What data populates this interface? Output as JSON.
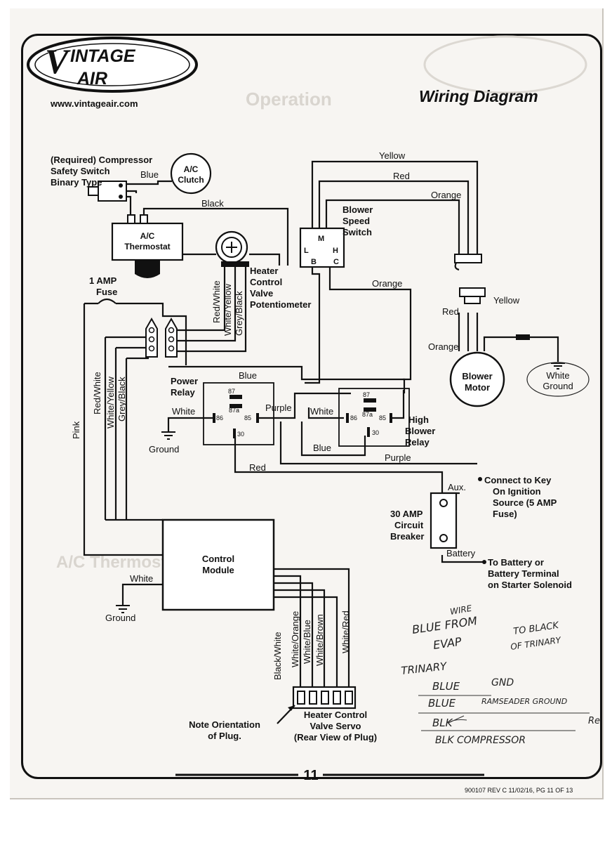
{
  "header": {
    "brand_line1": "INTAGE",
    "brand_line2": "AIR",
    "website": "www.vintageair.com",
    "title": "Wiring Diagram"
  },
  "components": {
    "compressor_switch": [
      "(Required) Compressor",
      "Safety Switch",
      "Binary Type"
    ],
    "ac_clutch": [
      "A/C",
      "Clutch"
    ],
    "ac_thermostat": [
      "A/C",
      "Thermostat"
    ],
    "heater_pot": [
      "Heater",
      "Control",
      "Valve",
      "Potentiometer"
    ],
    "blower_speed_switch": [
      "Blower",
      "Speed",
      "Switch"
    ],
    "fuse": [
      "1 AMP",
      "Fuse"
    ],
    "power_relay": [
      "Power",
      "Relay"
    ],
    "high_blower_relay": [
      "High",
      "Blower",
      "Relay"
    ],
    "blower_motor": [
      "Blower",
      "Motor"
    ],
    "white_ground": [
      "White",
      "Ground"
    ],
    "ground_1": "Ground",
    "ground_2": "Ground",
    "ignition": [
      "Connect to Key",
      "On Ignition",
      "Source (5 AMP",
      "Fuse)"
    ],
    "breaker": [
      "30 AMP",
      "Circuit",
      "Breaker"
    ],
    "battery": [
      "To Battery or",
      "Battery Terminal",
      "on Starter Solenoid"
    ],
    "control_module": [
      "Control",
      "Module"
    ],
    "servo": [
      "Heater Control",
      "Valve Servo",
      "(Rear View of Plug)"
    ],
    "note": [
      "Note Orientation",
      "of Plug."
    ]
  },
  "switch_terminals": [
    "M",
    "L",
    "H",
    "B",
    "C"
  ],
  "relay_pins": [
    "87",
    "87a",
    "86",
    "85",
    "30"
  ],
  "wires": {
    "blue": "Blue",
    "black": "Black",
    "yellow": "Yellow",
    "red": "Red",
    "orange": "Orange",
    "white": "White",
    "purple": "Purple",
    "pink": "Pink",
    "aux": "Aux.",
    "battery": "Battery",
    "red_white": "Red/White",
    "white_yellow": "White/Yellow",
    "grey_black": "Grey/Black",
    "black_white": "Black/White",
    "white_orange": "White/Orange",
    "white_blue": "White/Blue",
    "white_brown": "White/Brown",
    "white_red": "White/Red"
  },
  "handwritten": [
    "WIRE",
    "BLUE FROM",
    "EVAP",
    "TO BLACK",
    "OF TRINARY",
    "TRINARY",
    "BLUE",
    "GND",
    "BLUE",
    "RAMSEADER GROUND",
    "BLK",
    "Re",
    "BLK COMPRESSOR"
  ],
  "footer": {
    "page_number": "11",
    "revision": "900107 REV C 11/02/16, PG 11 OF 13"
  },
  "bleed_through": {
    "heading_1": "Operation",
    "heading_2": "A/C Thermostat Explained"
  }
}
